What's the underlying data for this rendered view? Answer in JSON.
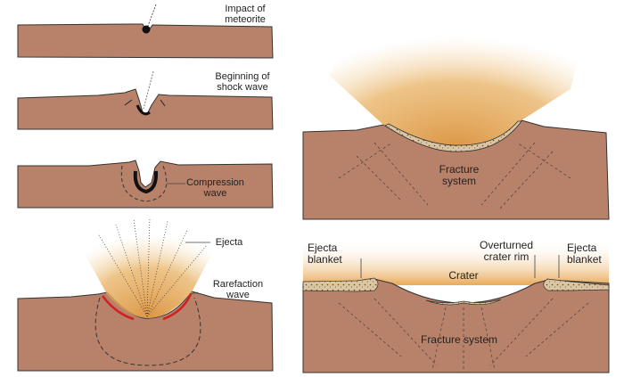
{
  "title": "Meteorite impact crater formation stages",
  "colors": {
    "rock": "#b8816a",
    "rock_edge": "#333333",
    "ejecta": "#e0a050",
    "ejecta_light": "#f3d3a0",
    "rarefaction": "#d21f1f",
    "breccia": "#d9c3a0"
  },
  "panels": [
    {
      "id": "impact",
      "labels": [
        "Impact of\nmeteorite"
      ]
    },
    {
      "id": "shock",
      "labels": [
        "Beginning of\nshock wave"
      ]
    },
    {
      "id": "compression",
      "labels": [
        "Compression\nwave"
      ]
    },
    {
      "id": "ejecta",
      "labels": [
        "Ejecta",
        "Rarefaction\nwave"
      ]
    },
    {
      "id": "excavation",
      "labels": [
        "Fracture\nsystem"
      ]
    },
    {
      "id": "final",
      "labels": [
        "Ejecta\nblanket",
        "Overturned\ncrater rim",
        "Ejecta\nblanket",
        "Crater",
        "Fracture system"
      ]
    }
  ]
}
